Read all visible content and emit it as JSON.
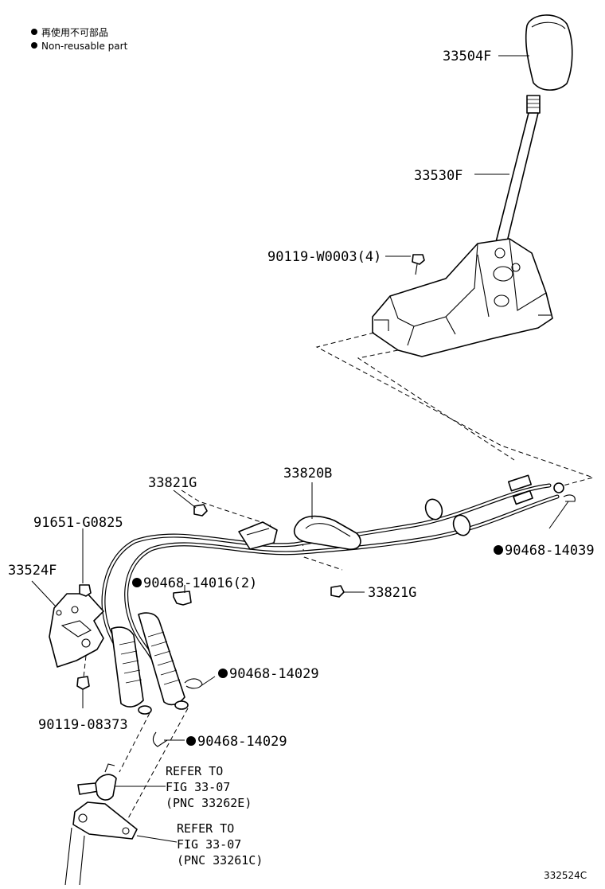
{
  "legend": {
    "line1": "再使用不可部品",
    "line2": "Non-reusable part"
  },
  "labels": {
    "knob": "33504F",
    "lever": "33530F",
    "bolt_housing": "90119-W0003(4)",
    "retainer_top": "33821G",
    "cable_assy": "33820B",
    "retainer_bottom": "33821G",
    "bolt_bracket_top": "91651-G0825",
    "bracket": "33524F",
    "clip_lower": "90468-14016(2)",
    "clip_right": "90468-14039",
    "clip_mid": "90468-14029",
    "bolt_bracket_bottom": "90119-08373",
    "clip_bottom": "90468-14029"
  },
  "refs": {
    "ref1_l1": "REFER TO",
    "ref1_l2": "FIG 33-07",
    "ref1_l3": "(PNC 33262E)",
    "ref2_l1": "REFER TO",
    "ref2_l2": "FIG 33-07",
    "ref2_l3": "(PNC 33261C)"
  },
  "figure_id": "332524C"
}
